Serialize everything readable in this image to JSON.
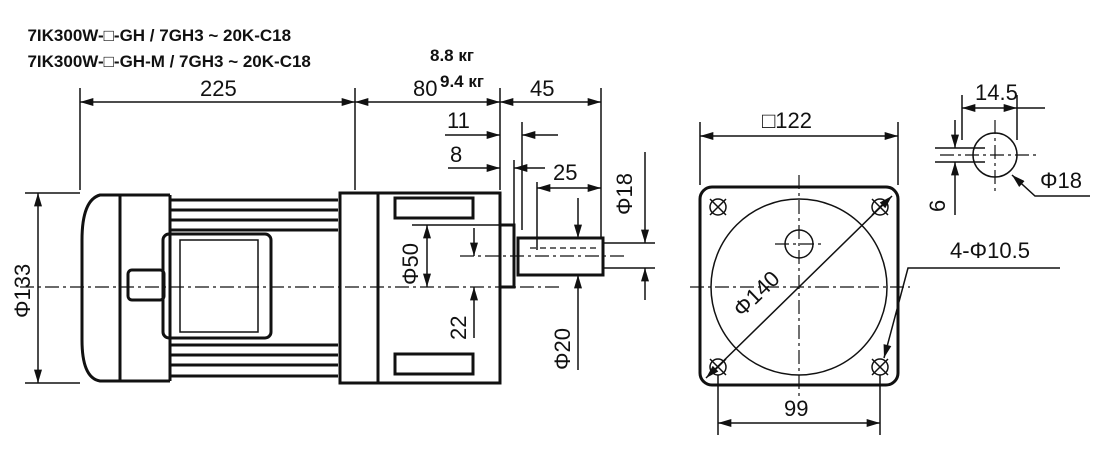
{
  "models": [
    {
      "name": "7IK300W-□-GH / 7GH3 ~ 20K-C18",
      "weight": "8.8 кг"
    },
    {
      "name": "7IK300W-□-GH-M / 7GH3 ~ 20K-C18",
      "weight": "9.4 кг"
    }
  ],
  "dimensions": {
    "motor_length": "225",
    "gearbox_length": "80",
    "shaft_length": "45",
    "d11": "11",
    "d8": "8",
    "key_length": "25",
    "key_dia": "Φ18",
    "body_dia": "Φ133",
    "pilot_dia": "Φ50",
    "offset": "22",
    "shaft_dia": "Φ20",
    "flange_square": "□122",
    "pcd": "Φ140",
    "holes": "4-Φ10.5",
    "hole_spacing": "99",
    "detail_width": "14.5",
    "detail_key": "6",
    "detail_dia": "Φ18"
  }
}
